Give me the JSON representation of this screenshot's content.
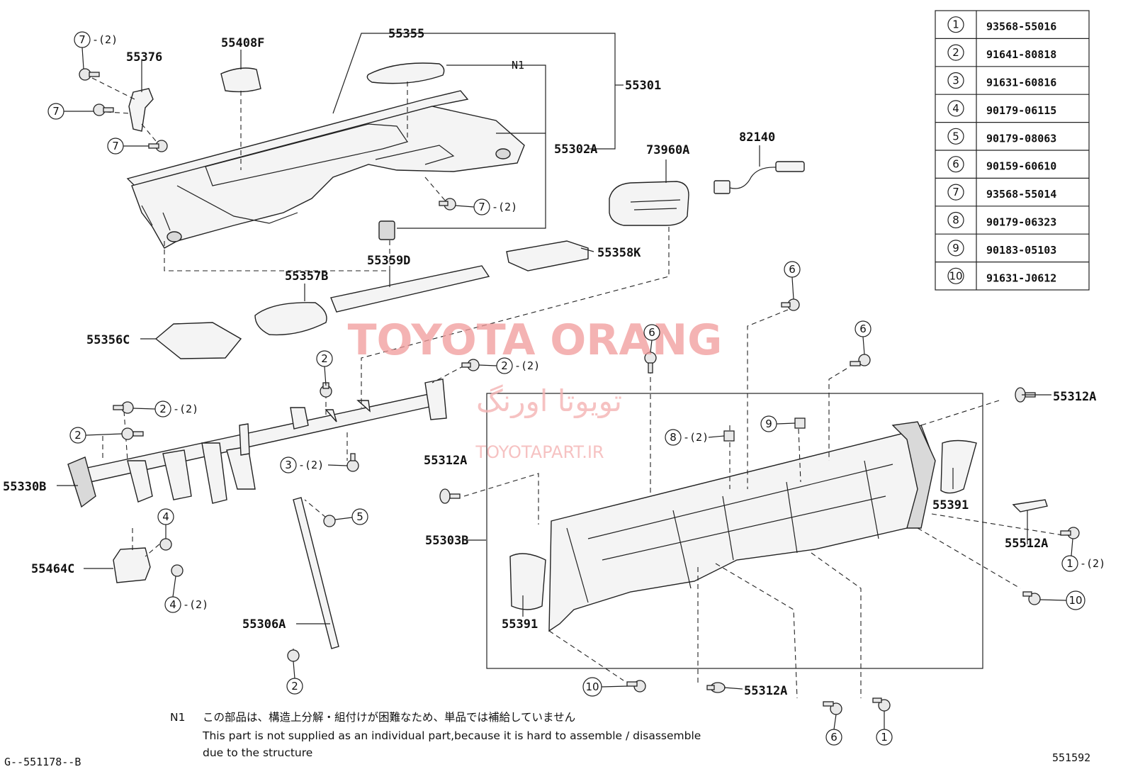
{
  "callouts": [
    {
      "id": "c-55355",
      "text": "55355"
    },
    {
      "id": "c-55408F",
      "text": "55408F"
    },
    {
      "id": "c-55376",
      "text": "55376"
    },
    {
      "id": "c-N1",
      "text": "N1"
    },
    {
      "id": "c-55301",
      "text": "55301"
    },
    {
      "id": "c-55302A",
      "text": "55302A"
    },
    {
      "id": "c-73960A",
      "text": "73960A"
    },
    {
      "id": "c-82140",
      "text": "82140"
    },
    {
      "id": "c-55358K",
      "text": "55358K"
    },
    {
      "id": "c-55359D",
      "text": "55359D"
    },
    {
      "id": "c-55357B",
      "text": "55357B"
    },
    {
      "id": "c-55356C",
      "text": "55356C"
    },
    {
      "id": "c-55330B",
      "text": "55330B"
    },
    {
      "id": "c-55464C",
      "text": "55464C"
    },
    {
      "id": "c-55306A",
      "text": "55306A"
    },
    {
      "id": "c-55312A-top",
      "text": "55312A"
    },
    {
      "id": "c-55312A-mid",
      "text": "55312A"
    },
    {
      "id": "c-55312A-bot",
      "text": "55312A"
    },
    {
      "id": "c-55303B",
      "text": "55303B"
    },
    {
      "id": "c-55391-right",
      "text": "55391"
    },
    {
      "id": "c-55391-left",
      "text": "55391"
    },
    {
      "id": "c-55512A",
      "text": "55512A"
    }
  ],
  "fasteners": [
    {
      "id": "f7a",
      "num": "7",
      "qty": "-(2)"
    },
    {
      "id": "f7b",
      "num": "7",
      "qty": ""
    },
    {
      "id": "f7c",
      "num": "7",
      "qty": ""
    },
    {
      "id": "f7d",
      "num": "7",
      "qty": "-(2)"
    },
    {
      "id": "f2a",
      "num": "2",
      "qty": ""
    },
    {
      "id": "f2b",
      "num": "2",
      "qty": "-(2)"
    },
    {
      "id": "f2c",
      "num": "2",
      "qty": "-(2)"
    },
    {
      "id": "f2d",
      "num": "2",
      "qty": ""
    },
    {
      "id": "f2e",
      "num": "2",
      "qty": ""
    },
    {
      "id": "f3a",
      "num": "3",
      "qty": "-(2)"
    },
    {
      "id": "f4a",
      "num": "4",
      "qty": ""
    },
    {
      "id": "f4b",
      "num": "4",
      "qty": "-(2)"
    },
    {
      "id": "f5a",
      "num": "5",
      "qty": ""
    },
    {
      "id": "f6a",
      "num": "6",
      "qty": ""
    },
    {
      "id": "f6b",
      "num": "6",
      "qty": ""
    },
    {
      "id": "f6c",
      "num": "6",
      "qty": ""
    },
    {
      "id": "f6d",
      "num": "6",
      "qty": ""
    },
    {
      "id": "f8a",
      "num": "8",
      "qty": "-(2)"
    },
    {
      "id": "f9a",
      "num": "9",
      "qty": ""
    },
    {
      "id": "f1a",
      "num": "1",
      "qty": "-(2)"
    },
    {
      "id": "f1b",
      "num": "1",
      "qty": ""
    },
    {
      "id": "f10a",
      "num": "10",
      "qty": ""
    },
    {
      "id": "f10b",
      "num": "10",
      "qty": ""
    }
  ],
  "parts_table": [
    {
      "num": "1",
      "part": "93568-55016"
    },
    {
      "num": "2",
      "part": "91641-80818"
    },
    {
      "num": "3",
      "part": "91631-60816"
    },
    {
      "num": "4",
      "part": "90179-06115"
    },
    {
      "num": "5",
      "part": "90179-08063"
    },
    {
      "num": "6",
      "part": "90159-60610"
    },
    {
      "num": "7",
      "part": "93568-55014"
    },
    {
      "num": "8",
      "part": "90179-06323"
    },
    {
      "num": "9",
      "part": "90183-05103"
    },
    {
      "num": "10",
      "part": "91631-J0612"
    }
  ],
  "note": {
    "marker": "N1",
    "line_jp": "この部品は、構造上分解・組付けが困難なため、単品では補給していません",
    "line_en1": "This part is not supplied as an individual part,because it is hard to assemble / disassemble",
    "line_en2": "due to the structure"
  },
  "figure_codes": {
    "left": "G--551178--B",
    "right": "551592"
  },
  "watermark": {
    "main": "TOYOTA ORANG",
    "arabic": "تویوتا اورنگ",
    "site": "TOYOTAPART.IR"
  }
}
